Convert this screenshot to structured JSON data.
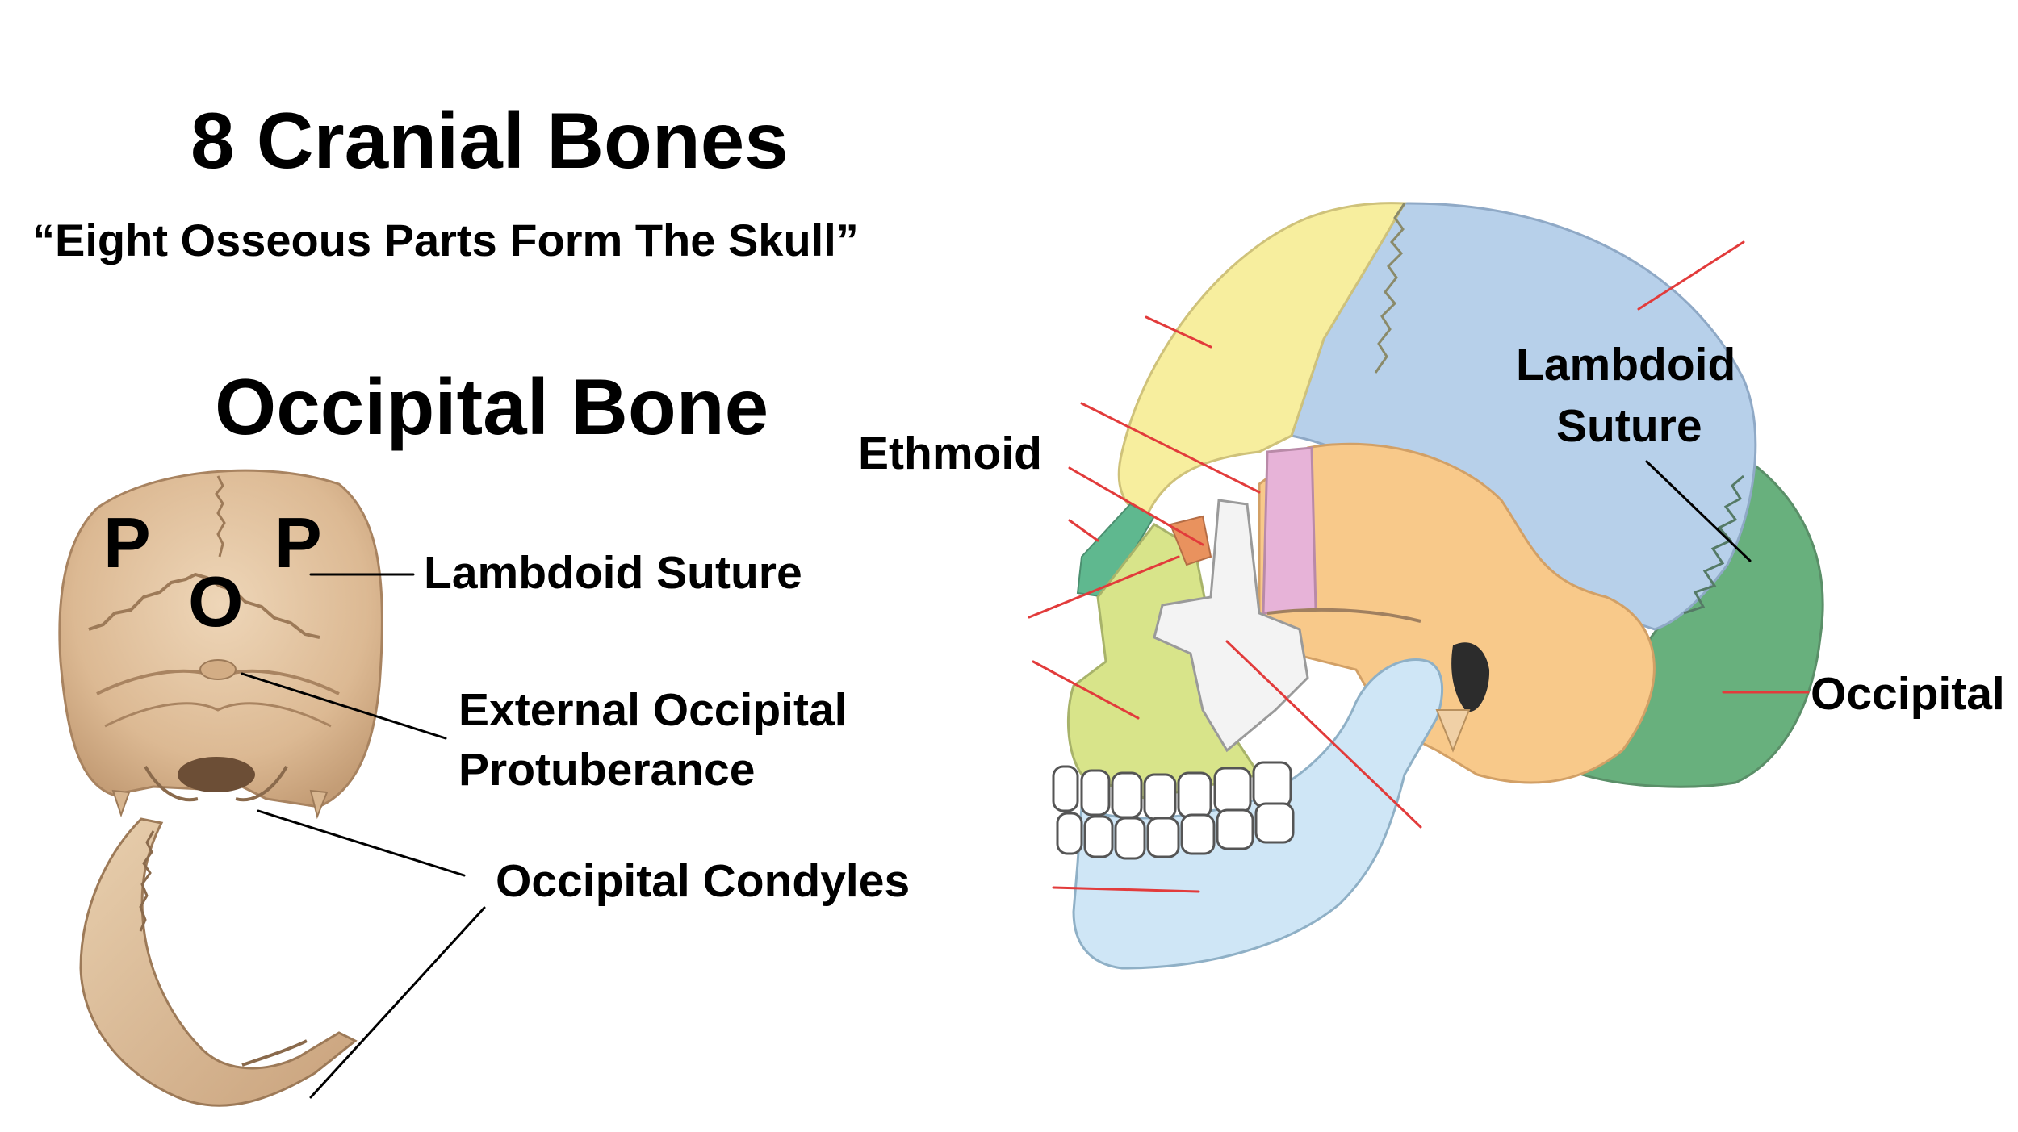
{
  "heading": {
    "title": "8 Cranial Bones",
    "mnemonic": "“Eight Osseous Parts Form The Skull”"
  },
  "occipital_panel": {
    "title": "Occipital Bone",
    "letters": {
      "left_p": "P",
      "center_o": "O",
      "right_p": "P"
    },
    "labels": {
      "lambdoid_suture": "Lambdoid Suture",
      "external_protuberance_line1": "External Occipital",
      "external_protuberance_line2": "Protuberance",
      "condyles": "Occipital Condyles"
    }
  },
  "skull_panel": {
    "labels": {
      "ethmoid": "Ethmoid",
      "lambdoid_line1": "Lambdoid",
      "lambdoid_line2": "Suture",
      "occipital": "Occipital"
    },
    "colors": {
      "frontal": "#f7ee9e",
      "parietal": "#b7d0ea",
      "temporal": "#f8c98a",
      "occipital": "#68b07d",
      "sphenoid": "#e7b3d8",
      "zygomatic": "#f3f3f3",
      "maxilla": "#d8e48a",
      "mandible": "#cfe6f6",
      "nasal": "#5fb88f",
      "bone": "#e7c9a6",
      "leader_red": "#e23b3b"
    }
  }
}
